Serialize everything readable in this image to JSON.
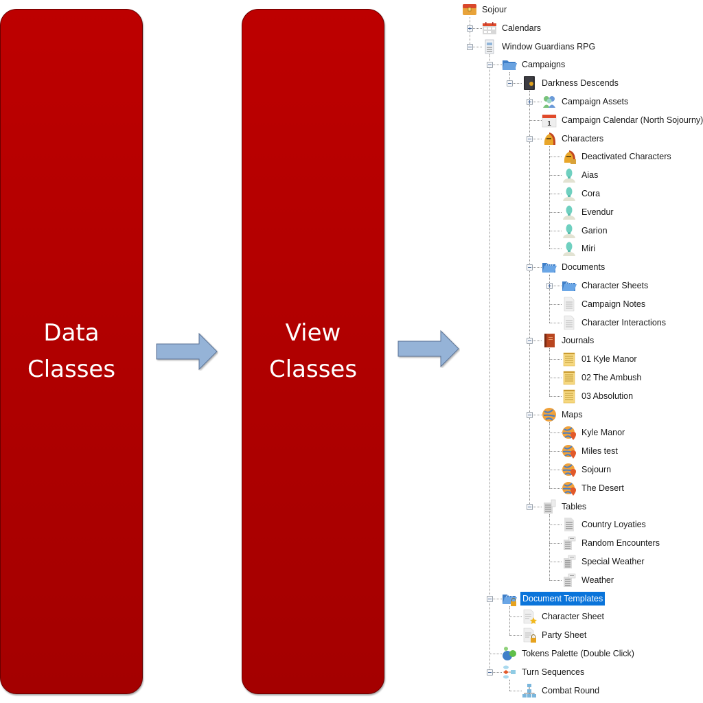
{
  "diagram": {
    "panels": [
      {
        "id": "data",
        "label": "Data\nClasses",
        "color": "#b80000"
      },
      {
        "id": "view",
        "label": "View\nClasses",
        "color": "#b80000"
      }
    ],
    "arrows": [
      {
        "from": "data",
        "to": "view",
        "color": "#95b3d7"
      },
      {
        "from": "view",
        "to": "tree",
        "color": "#95b3d7"
      }
    ]
  },
  "tree": {
    "selected_color": "#0a74da",
    "nodes": [
      {
        "id": "sojour",
        "label": "Sojour",
        "depth": 0,
        "icon": "treasure-chest-icon",
        "toggle": "none"
      },
      {
        "id": "calendars",
        "label": "Calendars",
        "depth": 1,
        "icon": "calendar-grid-icon",
        "toggle": "plus"
      },
      {
        "id": "window-guardians",
        "label": "Window Guardians RPG",
        "depth": 1,
        "icon": "document-book-icon",
        "toggle": "minus"
      },
      {
        "id": "campaigns",
        "label": "Campaigns",
        "depth": 2,
        "icon": "folder-icon",
        "toggle": "minus"
      },
      {
        "id": "darkness-descends",
        "label": "Darkness Descends",
        "depth": 3,
        "icon": "campaign-book-icon",
        "toggle": "minus"
      },
      {
        "id": "campaign-assets",
        "label": "Campaign Assets",
        "depth": 4,
        "icon": "assets-people-icon",
        "toggle": "plus"
      },
      {
        "id": "campaign-calendar",
        "label": "Campaign Calendar (North Sojourny)",
        "depth": 4,
        "icon": "calendar-day-icon",
        "toggle": "none"
      },
      {
        "id": "characters",
        "label": "Characters",
        "depth": 4,
        "icon": "helmet-icon",
        "toggle": "minus"
      },
      {
        "id": "deactivated-characters",
        "label": "Deactivated Characters",
        "depth": 5,
        "icon": "helmet-locked-icon",
        "toggle": "none"
      },
      {
        "id": "aias",
        "label": "Aias",
        "depth": 5,
        "icon": "character-icon",
        "toggle": "none"
      },
      {
        "id": "cora",
        "label": "Cora",
        "depth": 5,
        "icon": "character-icon",
        "toggle": "none"
      },
      {
        "id": "evendur",
        "label": "Evendur",
        "depth": 5,
        "icon": "character-icon",
        "toggle": "none"
      },
      {
        "id": "garion",
        "label": "Garion",
        "depth": 5,
        "icon": "character-icon",
        "toggle": "none"
      },
      {
        "id": "miri",
        "label": "Miri",
        "depth": 5,
        "icon": "character-icon",
        "toggle": "none"
      },
      {
        "id": "documents",
        "label": "Documents",
        "depth": 4,
        "icon": "open-folder-icon",
        "toggle": "minus"
      },
      {
        "id": "character-sheets",
        "label": "Character Sheets",
        "depth": 5,
        "icon": "open-folder-icon",
        "toggle": "plus"
      },
      {
        "id": "campaign-notes",
        "label": "Campaign Notes",
        "depth": 5,
        "icon": "document-icon",
        "toggle": "none"
      },
      {
        "id": "character-interactions",
        "label": "Character Interactions",
        "depth": 5,
        "icon": "document-icon",
        "toggle": "none"
      },
      {
        "id": "journals",
        "label": "Journals",
        "depth": 4,
        "icon": "journal-book-icon",
        "toggle": "minus"
      },
      {
        "id": "j01",
        "label": "01 Kyle Manor",
        "depth": 5,
        "icon": "notepad-icon",
        "toggle": "none"
      },
      {
        "id": "j02",
        "label": "02 The Ambush",
        "depth": 5,
        "icon": "notepad-icon",
        "toggle": "none"
      },
      {
        "id": "j03",
        "label": "03 Absolution",
        "depth": 5,
        "icon": "notepad-icon",
        "toggle": "none"
      },
      {
        "id": "maps",
        "label": "Maps",
        "depth": 4,
        "icon": "globe-icon",
        "toggle": "minus"
      },
      {
        "id": "map-kyle",
        "label": "Kyle Manor",
        "depth": 5,
        "icon": "globe-pin-icon",
        "toggle": "none"
      },
      {
        "id": "map-miles",
        "label": "Miles test",
        "depth": 5,
        "icon": "globe-pin-icon",
        "toggle": "none"
      },
      {
        "id": "map-sojourn",
        "label": "Sojourn",
        "depth": 5,
        "icon": "globe-pin-icon",
        "toggle": "none"
      },
      {
        "id": "map-desert",
        "label": "The Desert",
        "depth": 5,
        "icon": "globe-pin-icon",
        "toggle": "none"
      },
      {
        "id": "tables",
        "label": "Tables",
        "depth": 4,
        "icon": "tables-icon",
        "toggle": "minus"
      },
      {
        "id": "country-loyaties",
        "label": "Country Loyaties",
        "depth": 5,
        "icon": "table-icon",
        "toggle": "none"
      },
      {
        "id": "random-encounters",
        "label": "Random Encounters",
        "depth": 5,
        "icon": "table-linked-icon",
        "toggle": "none"
      },
      {
        "id": "special-weather",
        "label": "Special Weather",
        "depth": 5,
        "icon": "table-linked-icon",
        "toggle": "none"
      },
      {
        "id": "weather",
        "label": "Weather",
        "depth": 5,
        "icon": "table-linked-icon",
        "toggle": "none"
      },
      {
        "id": "document-templates",
        "label": "Document Templates",
        "depth": 2,
        "icon": "folder-locked-icon",
        "toggle": "minus",
        "selected": true
      },
      {
        "id": "character-sheet",
        "label": "Character Sheet",
        "depth": 3,
        "icon": "document-star-icon",
        "toggle": "none"
      },
      {
        "id": "party-sheet",
        "label": "Party Sheet",
        "depth": 3,
        "icon": "document-locked-icon",
        "toggle": "none"
      },
      {
        "id": "tokens-palette",
        "label": "Tokens Palette (Double Click)",
        "depth": 2,
        "icon": "tokens-icon",
        "toggle": "none"
      },
      {
        "id": "turn-sequences",
        "label": "Turn Sequences",
        "depth": 2,
        "icon": "flowchart-icon",
        "toggle": "minus"
      },
      {
        "id": "combat-round",
        "label": "Combat Round",
        "depth": 3,
        "icon": "hierarchy-icon",
        "toggle": "none"
      }
    ]
  }
}
